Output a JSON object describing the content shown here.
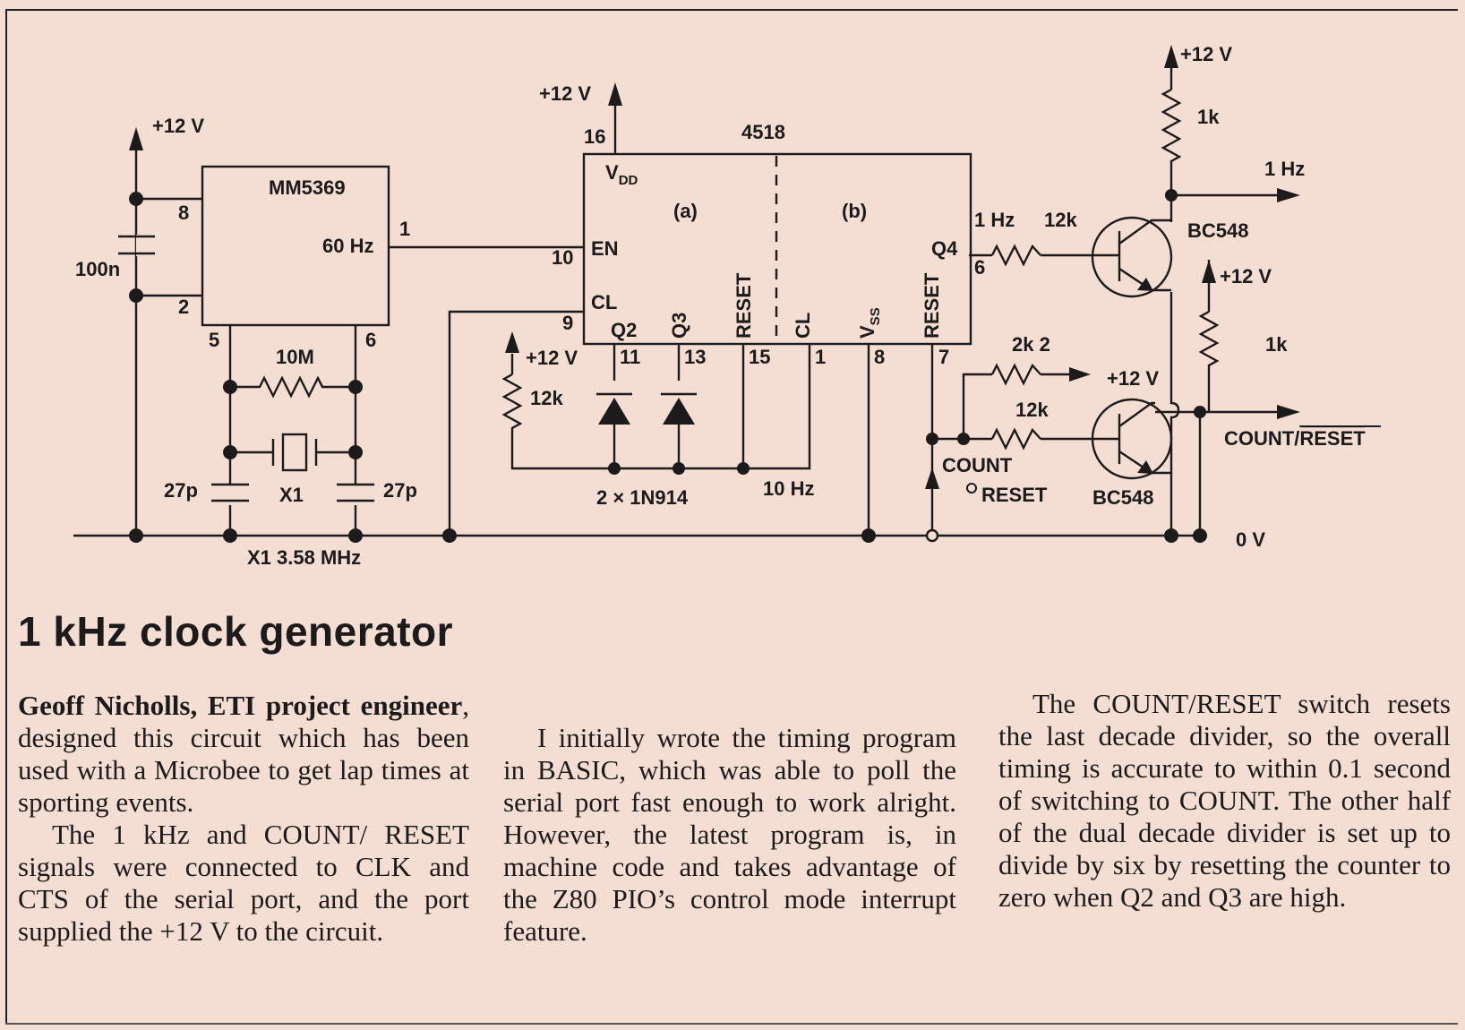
{
  "schematic": {
    "rail_pos": "+12 V",
    "ground": "0 V",
    "cap_decoupling": "100n",
    "ic1": {
      "name": "MM5369",
      "pin8": "8",
      "pin2": "2",
      "pin5": "5",
      "pin6": "6",
      "pin1": "1",
      "output": "60 Hz"
    },
    "resistor_10m": "10M",
    "crystal": "X1",
    "crystal_note": "X1 3.58 MHz",
    "cap_27p": "27p",
    "ic2": {
      "name": "4518",
      "vdd": "VDD",
      "vdd_main": "V",
      "vdd_sub": "DD",
      "half_a": "(a)",
      "half_b": "(b)",
      "en": "EN",
      "cl": "CL",
      "q2": "Q2",
      "q3": "Q3",
      "reset": "RESET",
      "cl_b": "CL",
      "vss": "VSS",
      "vss_main": "V",
      "vss_sub": "SS",
      "reset_b": "RESET",
      "q4": "Q4",
      "pin16": "16",
      "pin10": "10",
      "pin9": "9",
      "pin11": "11",
      "pin13": "13",
      "pin15": "15",
      "pin1": "1",
      "pin8": "8",
      "pin7": "7",
      "pin6": "6"
    },
    "resistor_12k": "12k",
    "diodes": "2 × 1N914",
    "label_10hz": "10 Hz",
    "label_1hz": "1 Hz",
    "resistor_1k": "1k",
    "output_1hz": "1 Hz",
    "transistor": "BC548",
    "resistor_2k2": "2k 2",
    "switch_count": "COUNT",
    "switch_reset": "RESET",
    "output_count": "COUNT/",
    "output_reset": "RESET"
  },
  "article": {
    "title": "1 kHz clock generator",
    "author": "Geoff Nicholls, ETI project engineer",
    "p1": ", designed this circuit which has been used with a Microbee to get lap times at sporting events.",
    "p2": "The 1 kHz and COUNT/ RESET signals were connected to CLK and CTS of the serial port, and the port supplied the +12 V to the circuit.",
    "p3": "I initially wrote the timing program in BASIC, which was able to poll the serial port fast enough to work alright. However, the latest program is, in machine code and takes advantage of the Z80 PIO’s control mode interrupt feature.",
    "p4": "The COUNT/RESET switch resets the last decade divider, so the overall timing is accurate to within 0.1 second of switching to COUNT. The other half of the dual decade divider is set up to divide by six by resetting the counter to zero when Q2 and Q3 are high."
  }
}
